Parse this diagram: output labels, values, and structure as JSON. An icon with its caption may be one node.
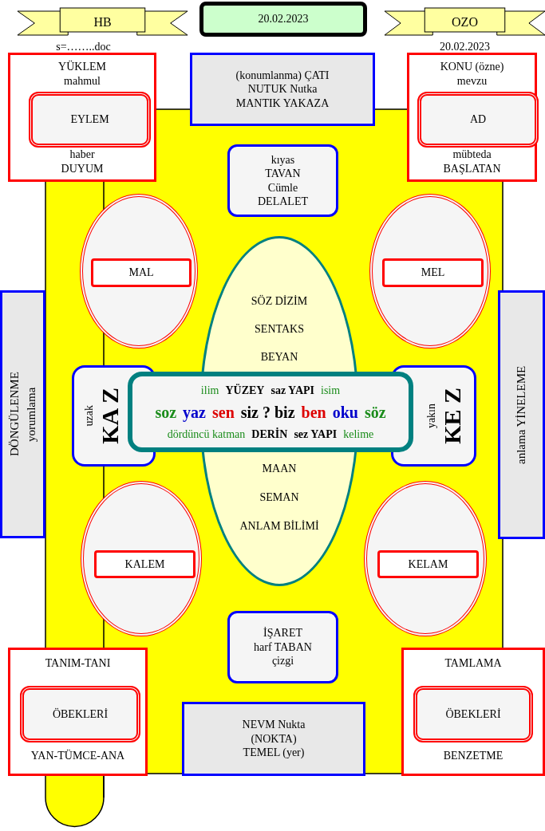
{
  "diagram": {
    "nodes": [
      {
        "text": [
          "HB"
        ],
        "beside": [
          "s=……..doc"
        ]
      },
      {
        "text": [
          "20.02.2023"
        ]
      },
      {
        "text": [
          "OZO"
        ],
        "beside": [
          "20.02.2023"
        ]
      },
      {
        "text": [
          "YÜKLEM mahmul",
          "haber DUYUM"
        ]
      },
      {
        "text": [
          "EYLEM"
        ],
        "in": 3
      },
      {
        "text": [
          "(konumlanma) ÇATI NUTUK Nutka MANTIK YAKAZA"
        ]
      },
      {
        "text": [
          "KONU (özne) mevzu",
          "mübteda BAŞLATAN"
        ]
      },
      {
        "text": [
          "AD"
        ],
        "in": 6
      },
      {
        "text": [
          "kıyas TAVAN Cümle DELALET"
        ]
      },
      {
        "text": [],
        "shape": "ellipse"
      },
      {
        "text": [
          "MAL"
        ],
        "in": 9
      },
      {
        "text": [],
        "shape": "ellipse"
      },
      {
        "text": [
          "MEL"
        ],
        "in": 11
      },
      {
        "text": [
          "DÖNGÜLENME yorumlama"
        ]
      },
      {
        "text": [
          "SÖZ DİZİM",
          "SENTAKS",
          "BEYAN",
          "MAAN",
          "SEMAN",
          "ANLAM BİLİMİ"
        ]
      },
      {
        "text": [
          "uzak",
          "KA Z"
        ]
      },
      {
        "text": [
          "ilim",
          "YÜZEY",
          "saz YAPI",
          "isim",
          "soz",
          "yaz",
          "sen",
          "siz ? biz",
          "ben",
          "oku",
          "söz",
          "dördüncü katman",
          "DERİN",
          "sez YAPI",
          "kelime"
        ]
      },
      {
        "text": [
          "yakın",
          "KE Z"
        ]
      },
      {
        "text": [
          "anlama YİNELEME"
        ]
      },
      {
        "text": [],
        "shape": "ellipse"
      },
      {
        "text": [
          "KALEM"
        ],
        "in": 19
      },
      {
        "text": [],
        "shape": "ellipse"
      },
      {
        "text": [
          "KELAM"
        ],
        "in": 21
      },
      {
        "text": [
          "İŞARET harf TABAN çizgi"
        ]
      },
      {
        "text": [
          "TANIM-TANI",
          "YAN-TÜMCE-ANA"
        ]
      },
      {
        "text": [
          "ÖBEKLERİ"
        ],
        "in": 24
      },
      {
        "text": [
          "NEVM Nukta (NOKTA) TEMEL (yer)"
        ]
      },
      {
        "text": [
          "TAMLAMA",
          "BENZETME"
        ]
      },
      {
        "text": [
          "ÖBEKLERİ"
        ],
        "in": 27
      }
    ]
  }
}
